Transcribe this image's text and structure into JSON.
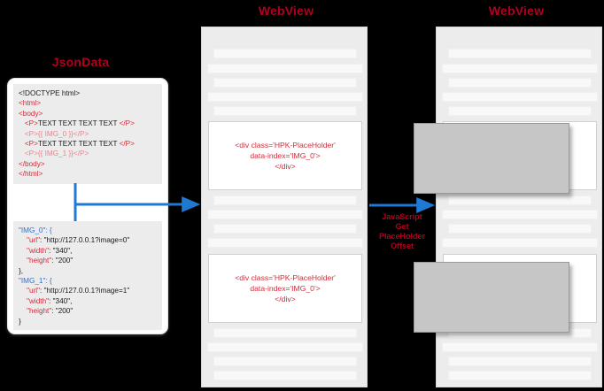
{
  "background_color": "#000000",
  "accent_red": "#b00020",
  "accent_blue": "#1f78d1",
  "columns": {
    "json_data_title": "JsonData",
    "webview_middle_title": "WebView",
    "webview_right_title": "WebView"
  },
  "json_card": {
    "html_template": {
      "lines": [
        {
          "text": "<!DOCTYPE html>",
          "color": "plain"
        },
        {
          "text": "<html>",
          "color": "tag"
        },
        {
          "text": "<body>",
          "color": "tag"
        },
        {
          "text": "   <P>TEXT TEXT TEXT TEXT </P>",
          "color": "mixed"
        },
        {
          "text": "   <P>{{ IMG_0 }}</P>",
          "color": "mixed-dim"
        },
        {
          "text": "   <P>TEXT TEXT TEXT TEXT </P>",
          "color": "mixed"
        },
        {
          "text": "   <P>{{ IMG_1 }}</P>",
          "color": "mixed-dim"
        },
        {
          "text": "</body>",
          "color": "tag"
        },
        {
          "text": "</html>",
          "color": "tag"
        }
      ],
      "doctype": "<!DOCTYPE html>",
      "open_html": "<html>",
      "open_body": "<body>",
      "p_open": "<P>",
      "p_close": "</P>",
      "text_run": "TEXT TEXT TEXT TEXT ",
      "img0_binding": "{{ IMG_0 }}",
      "img1_binding": "{{ IMG_1 }}",
      "close_body": "</body>",
      "close_html": "</html>"
    },
    "json_payload": {
      "entries": [
        {
          "key": "\"IMG_0\": {",
          "url_prop": "\"url\"",
          "url_value": "\"http://127.0.0.1?image=0\"",
          "width_prop": "\"width\"",
          "width_value": "\"340\",",
          "height_prop": "\"height\"",
          "height_value": "\"200\"",
          "close": "},"
        },
        {
          "key": "\"IMG_1\": {",
          "url_prop": "\"url\"",
          "url_value": "\"http://127.0.0.1?image=1\"",
          "width_prop": "\"width\"",
          "width_value": "\"340\",",
          "height_prop": "\"height\"",
          "height_value": "\"200\"",
          "close": "}"
        }
      ]
    }
  },
  "webview_middle": {
    "placeholder_1": "<div class='HPK-PlaceHolder'\n    data-index='IMG_0'>\n</div>",
    "placeholder_2": "<div class='HPK-PlaceHolder'\n    data-index='IMG_0'>\n</div>"
  },
  "webview_right": {
    "image_block_1_label": "",
    "image_block_2_label": ""
  },
  "flows": {
    "json_to_webview_label": "",
    "webview_to_webview_label": "JavaScript\nGet\nPlaceHolder\nOffset"
  }
}
